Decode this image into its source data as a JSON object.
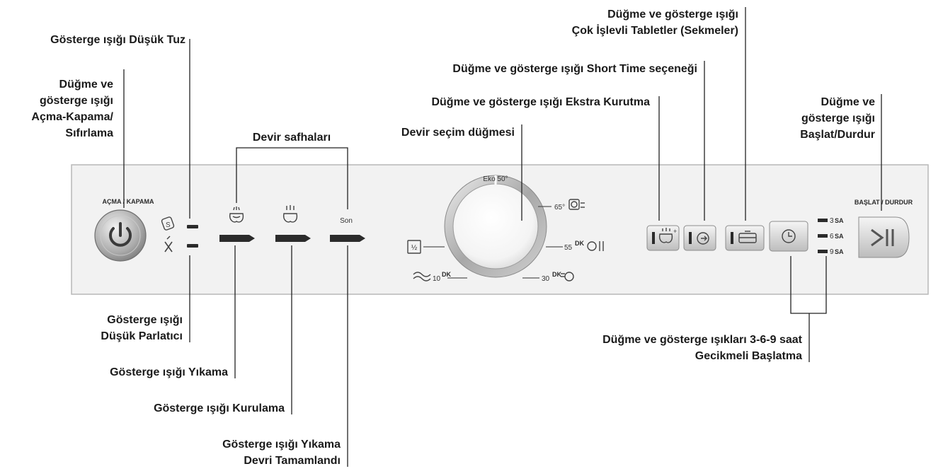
{
  "labels": {
    "low_salt": "Gösterge ışığı Düşük Tuz",
    "power": [
      "Düğme ve",
      "gösterge ışığı",
      "Açma-Kapama/",
      "Sıfırlama"
    ],
    "phases": "Devir safhaları",
    "program_knob": "Devir seçim düğmesi",
    "extra_dry": "Düğme ve gösterge ışığı Ekstra Kurutma",
    "short_time": "Düğme ve gösterge ışığı Short Time seçeneği",
    "tablets": [
      "Düğme ve gösterge ışığı",
      "Çok İşlevli Tabletler (Sekmeler)"
    ],
    "start": [
      "Düğme ve",
      "gösterge ışığı",
      "Başlat/Durdur"
    ],
    "low_rinse": [
      "Gösterge ışığı",
      "Düşük Parlatıcı"
    ],
    "wash": "Gösterge ışığı Yıkama",
    "rinse": "Gösterge ışığı Kurulama",
    "done": [
      "Gösterge ışığı Yıkama",
      "Devri Tamamlandı"
    ],
    "delay": [
      "Düğme ve gösterge ışıkları 3-6-9 saat",
      "Gecikmeli Başlatma"
    ]
  },
  "panel": {
    "power_caption": "AÇMA / KAPAMA",
    "start_caption": "BAŞLAT / DURDUR",
    "phase_end": "Son",
    "programs": {
      "eco": "Eko 50°",
      "p65": "65°",
      "p55": "55",
      "p30": "30",
      "p10": "10",
      "half": "½",
      "dk": "DK"
    },
    "delay_hours": [
      "3",
      "6",
      "9"
    ],
    "delay_unit": "SA"
  },
  "colors": {
    "panel_bg": "#f2f2f2",
    "panel_border": "#b8b8b8",
    "text": "#1a1a1a",
    "indicator": "#2b2b2b"
  }
}
